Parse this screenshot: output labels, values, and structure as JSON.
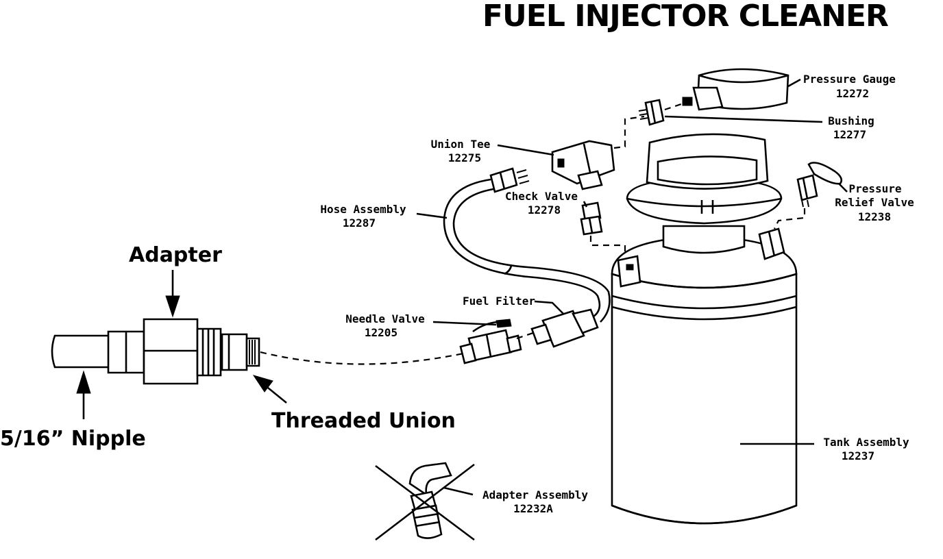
{
  "title": "FUEL INJECTOR CLEANER",
  "callouts": {
    "adapter": "Adapter",
    "nipple": "5/16” Nipple",
    "threaded_union": "Threaded Union"
  },
  "parts": {
    "pressure_gauge": {
      "name": "Pressure Gauge",
      "number": "12272"
    },
    "bushing": {
      "name": "Bushing",
      "number": "12277"
    },
    "union_tee": {
      "name": "Union Tee",
      "number": "12275"
    },
    "check_valve": {
      "name": "Check Valve",
      "number": "12278"
    },
    "pressure_relief_valve": {
      "name1": "Pressure",
      "name2": "Relief Valve",
      "number": "12238"
    },
    "hose_assembly": {
      "name": "Hose Assembly",
      "number": "12287"
    },
    "fuel_filter": {
      "name": "Fuel Filter"
    },
    "needle_valve": {
      "name": "Needle Valve",
      "number": "12205"
    },
    "tank_assembly": {
      "name": "Tank Assembly",
      "number": "12237"
    },
    "adapter_assembly": {
      "name": "Adapter Assembly",
      "number": "12232A"
    }
  }
}
